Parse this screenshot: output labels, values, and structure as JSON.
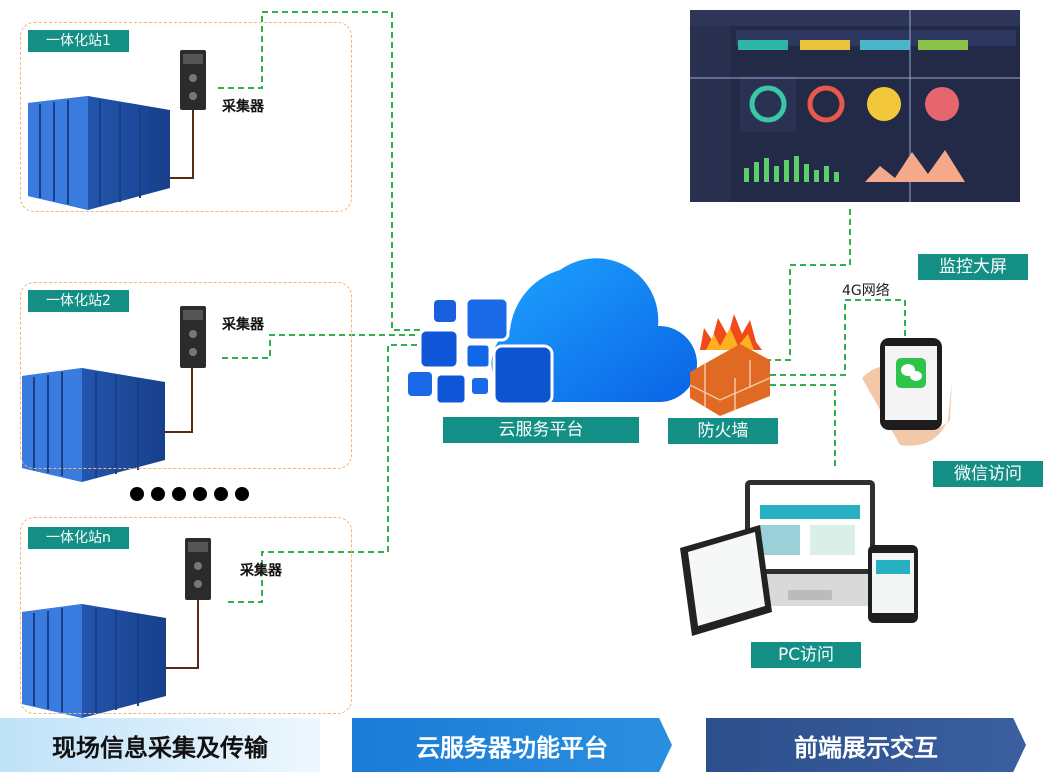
{
  "stations": [
    {
      "name": "一体化站1",
      "collector": "采集器"
    },
    {
      "name": "一体化站2",
      "collector": "采集器"
    },
    {
      "name": "一体化站n",
      "collector": "采集器"
    }
  ],
  "cloud_label": "云服务平台",
  "firewall_label": "防火墙",
  "network_label": "4G网络",
  "monitor_label": "监控大屏",
  "wechat_label": "微信访问",
  "pc_label": "PC访问",
  "bottom_sections": [
    "现场信息采集及传输",
    "云服务器功能平台",
    "前端展示交互"
  ],
  "colors": {
    "teal": "#148f86",
    "dashed_green": "#2fb24a",
    "cable_brown": "#5b2a13",
    "station_border": "#f2b27a"
  }
}
